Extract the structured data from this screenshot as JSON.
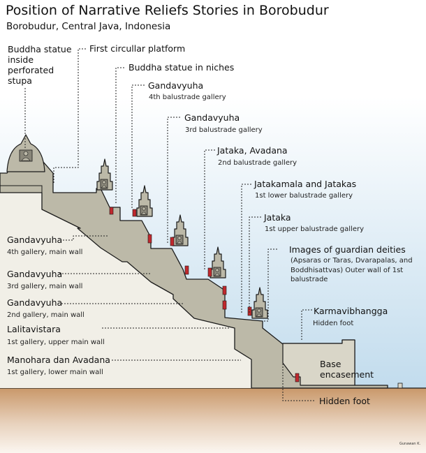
{
  "title": "Position of Narrative Reliefs Stories in Borobudur",
  "subtitle": "Borobudur, Central Java, Indonesia",
  "labels": {
    "buddha_stupa": "Buddha statue inside perforated stupa",
    "first_circular": "First circullar platform",
    "buddha_niches": "Buddha statue in niches",
    "gandavyuha_4b": "Gandavyuha",
    "gandavyuha_4b_sub": "4th balustrade gallery",
    "gandavyuha_3b": "Gandavyuha",
    "gandavyuha_3b_sub": "3rd balustrade gallery",
    "jataka_avadana": "Jataka, Avadana",
    "jataka_avadana_sub": "2nd balustrade gallery",
    "jatakamala": "Jatakamala and Jatakas",
    "jatakamala_sub": "1st lower balustrade gallery",
    "jataka": "Jataka",
    "jataka_sub": "1st upper balustrade gallery",
    "guardian": "Images of guardian deities",
    "guardian_sub": "(Apsaras or Taras, Dvarapalas, and Boddhisattvas) Outer wall of 1st balustrade",
    "karmavibhangga": "Karmavibhangga",
    "karmavibhangga_sub": "Hidden foot",
    "base_encasement": "Base encasement",
    "hidden_foot": "Hidden foot",
    "gandavyuha_4w": "Gandavyuha",
    "gandavyuha_4w_sub": "4th gallery, main wall",
    "gandavyuha_3w": "Gandavyuha",
    "gandavyuha_3w_sub": "3rd gallery, main wall",
    "gandavyuha_2w": "Gandavyuha",
    "gandavyuha_2w_sub": "2nd gallery, main wall",
    "lalitavistara": "Lalitavistara",
    "lalitavistara_sub": "1st gallery, upper main wall",
    "manohara": "Manohara dan Avadana",
    "manohara_sub": "1st gallery, lower main wall"
  },
  "credit": "Gunawan K.",
  "colors": {
    "stone": "#bcb9a8",
    "stone_light": "#f1efe7",
    "relief": "#c0282d",
    "outline": "#1a1a1a",
    "sky_top": "#ffffff",
    "sky_bottom": "#c2dced",
    "ground_top": "#c9986a",
    "ground_bottom": "#fbf6f0"
  },
  "icons": [
    "stupa-icon",
    "buddha-niche-icon"
  ]
}
